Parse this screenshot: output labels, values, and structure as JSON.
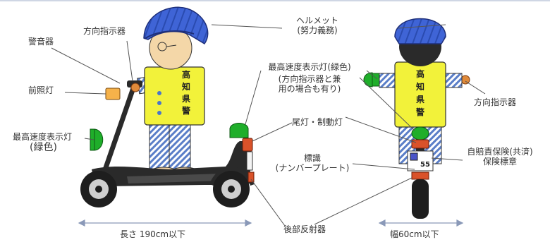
{
  "labels": {
    "horn": "警音器",
    "turn_signal_front": "方向指示器",
    "headlight": "前照灯",
    "max_speed_lamp_front_1": "最高速度表示灯",
    "max_speed_lamp_front_2": "(緑色)",
    "helmet_1": "ヘルメット",
    "helmet_2": "(努力義務)",
    "max_speed_lamp_rear_1": "最高速度表示灯(緑色)",
    "max_speed_lamp_rear_2": "(方向指示器と兼",
    "max_speed_lamp_rear_3": "用の場合も有り)",
    "tail_light": "尾灯・制動灯",
    "turn_signal_rear": "方向指示器",
    "plate_1": "標識",
    "plate_2": "(ナンバープレート)",
    "insurance_1": "自賠責保険(共済)",
    "insurance_2": "保険標章",
    "rear_reflector": "後部反射器",
    "length": "長さ 190cm以下",
    "width": "幅60cm以下"
  },
  "vest_text": [
    "高",
    "知",
    "県",
    "警"
  ],
  "plate_number": "55",
  "colors": {
    "helmet": "#3f64d6",
    "vest": "#f2f23a",
    "lamp_green": "#1fae2a",
    "scooter_body": "#2a2a2a",
    "leader_line": "#555555"
  }
}
